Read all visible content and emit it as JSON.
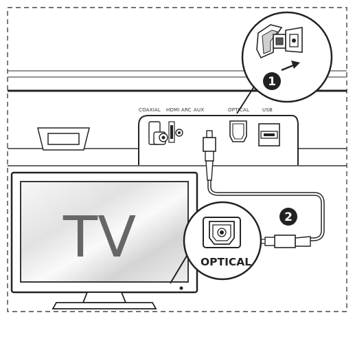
{
  "labels": {
    "coaxial": "COAXIAL",
    "hdmi_arc": "HDMI ARC",
    "aux": "AUX",
    "optical_port": "OPTICAL",
    "usb": "USB",
    "tv": "TV",
    "tv_optical": "OPTICAL"
  },
  "steps": [
    "1",
    "2"
  ],
  "colors": {
    "line": "#222222",
    "step_badge": "#222222",
    "tv_screen_light": "#f4f4f4",
    "tv_screen_shade": "#c8c8c8"
  }
}
